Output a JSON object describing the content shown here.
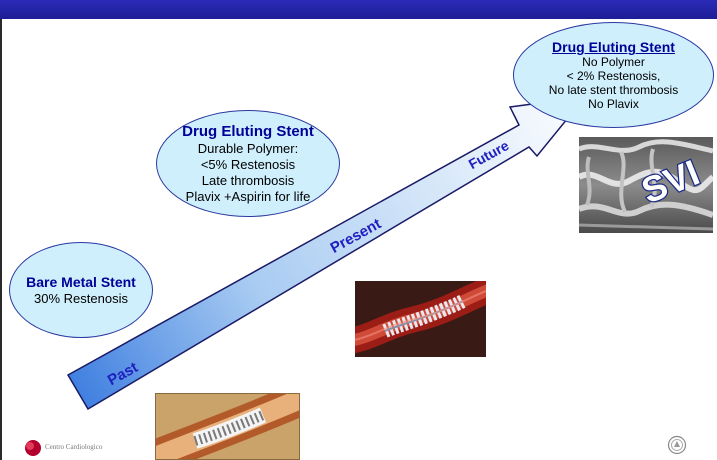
{
  "timeline": {
    "past_label": "Past",
    "present_label": "Present",
    "future_label": "Future"
  },
  "stages": {
    "future": {
      "title": "Drug Eluting Stent",
      "lines": [
        "No Polymer",
        "< 2% Restenosis,",
        "No late stent thrombosis",
        "No Plavix"
      ]
    },
    "present": {
      "title": "Drug Eluting Stent",
      "lines": [
        "Durable Polymer:",
        "<5% Restenosis",
        "Late thrombosis",
        "Plavix +Aspirin for life"
      ]
    },
    "past": {
      "title": "Bare Metal Stent",
      "lines": [
        "30% Restenosis"
      ]
    }
  },
  "images": {
    "svi_photo_label": "SVI"
  },
  "logo": {
    "text": "Centro Cardiologico"
  },
  "colors": {
    "title_blue": "#000099",
    "bubble_fill": "#cfeffc",
    "arrow_label": "#2020c0",
    "top_bar": "#2222a8"
  }
}
